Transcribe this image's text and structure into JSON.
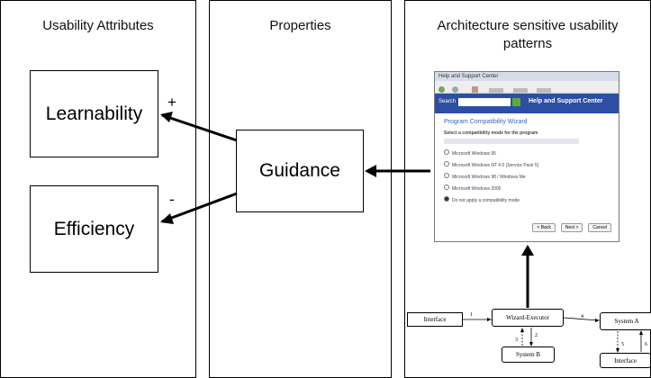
{
  "columns": {
    "usability": "Usability Attributes",
    "properties": "Properties",
    "patterns": "Architecture sensitive usability patterns"
  },
  "boxes": {
    "learnability": "Learnability",
    "efficiency": "Efficiency",
    "guidance": "Guidance"
  },
  "signs": {
    "plus": "+",
    "minus": "-"
  },
  "screenshot": {
    "window_title": "Help and Support Center",
    "header": "Help and Support Center",
    "search_label": "Search",
    "heading": "Program Compatibility Wizard",
    "question": "Select a compatibility mode for the program",
    "options": [
      "Microsoft Windows 95",
      "Microsoft Windows NT 4.0 (Service Pack 5)",
      "Microsoft Windows 98 / Windows Me",
      "Microsoft Windows 2000",
      "Do not apply a compatibility mode"
    ],
    "buttons": [
      "< Back",
      "Next >",
      "Cancel"
    ]
  },
  "mini_diagram": {
    "interface_left": "Interface",
    "wizard": "Wizard-Executor",
    "system_a": "System A",
    "system_b": "System B",
    "interface_right": "Interface",
    "edge_labels": [
      "1",
      "2",
      "3",
      "4",
      "5",
      "6"
    ]
  }
}
